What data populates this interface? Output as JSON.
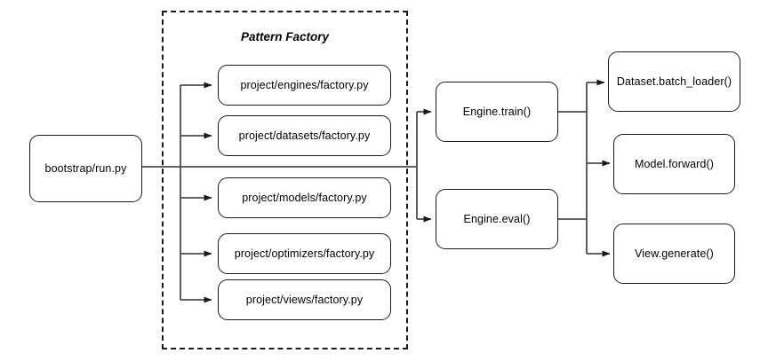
{
  "diagram": {
    "type": "flowchart",
    "title": "Pattern Factory dependency flow",
    "background_color": "#ffffff",
    "line_color": "#4d4d4d",
    "node_border_color": "#1a1a1a",
    "text_color": "#000000",
    "group": {
      "label": "Pattern Factory",
      "style": "dashed-border"
    },
    "entry": {
      "label": "bootstrap/run.py"
    },
    "factories": [
      {
        "label": "project/engines/factory.py"
      },
      {
        "label": "project/datasets/factory.py"
      },
      {
        "label": "project/models/factory.py"
      },
      {
        "label": "project/optimizers/factory.py"
      },
      {
        "label": "project/views/factory.py"
      }
    ],
    "engines": [
      {
        "label": "Engine.train()"
      },
      {
        "label": "Engine.eval()"
      }
    ],
    "outputs": [
      {
        "label": "Dataset.batch_loader()"
      },
      {
        "label": "Model.forward()"
      },
      {
        "label": "View.generate()"
      }
    ]
  }
}
